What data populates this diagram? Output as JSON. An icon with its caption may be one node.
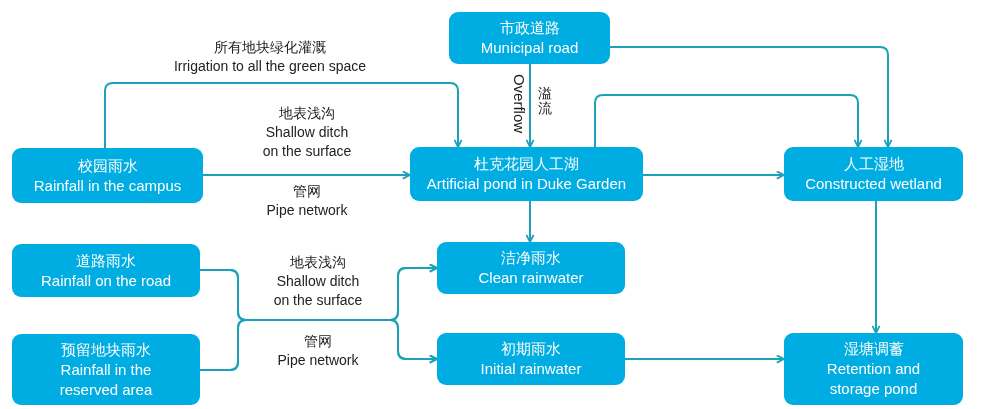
{
  "diagram": {
    "nodes": [
      {
        "text": [
          "市政道路",
          "Municipal road"
        ]
      },
      {
        "text": [
          "校园雨水",
          "Rainfall in the campus"
        ]
      },
      {
        "text": [
          "杜克花园人工湖",
          "Artificial pond in Duke Garden"
        ]
      },
      {
        "text": [
          "人工湿地",
          "Constructed wetland"
        ]
      },
      {
        "text": [
          "道路雨水",
          "Rainfall on the road"
        ]
      },
      {
        "text": [
          "预留地块雨水",
          "Rainfall in the reserved area"
        ]
      },
      {
        "text": [
          "洁净雨水",
          "Clean rainwater"
        ]
      },
      {
        "text": [
          "初期雨水",
          "Initial rainwater"
        ]
      },
      {
        "text": [
          "湿塘调蓄",
          "Retention and storage pond"
        ]
      }
    ],
    "edges": [
      {
        "from": 1,
        "to": 2,
        "arrow": "to",
        "label": "所有地块绿化灌溉 Irrigation to all the green space"
      },
      {
        "from": 0,
        "to": 2,
        "arrow": "to",
        "label": "溢流"
      },
      {
        "from": 0,
        "to": 3,
        "arrow": "to"
      },
      {
        "from": 2,
        "to": 3,
        "arrow": "to"
      },
      {
        "from": 1,
        "to": 2,
        "arrow": "to",
        "label": "地表浅沟 Shallow ditch on the surface"
      },
      {
        "from": 2,
        "to": 3,
        "arrow": "to"
      },
      {
        "from": 2,
        "to": 6,
        "arrow": "to"
      },
      {
        "from": 3,
        "to": 8,
        "arrow": "to"
      },
      {
        "from": 4,
        "to": 6,
        "arrow": "to"
      },
      {
        "from": 4,
        "to": 7,
        "arrow": "to"
      },
      {
        "from": 5,
        "to": 6,
        "arrow": "to"
      },
      {
        "from": 5,
        "to": 7,
        "arrow": "to"
      },
      {
        "from": 7,
        "to": 8,
        "arrow": "to"
      }
    ],
    "labels": [
      "Overflow",
      "管网 Pipe network",
      "地表浅沟 Shallow ditch on the surface",
      "管网 Pipe network"
    ]
  }
}
